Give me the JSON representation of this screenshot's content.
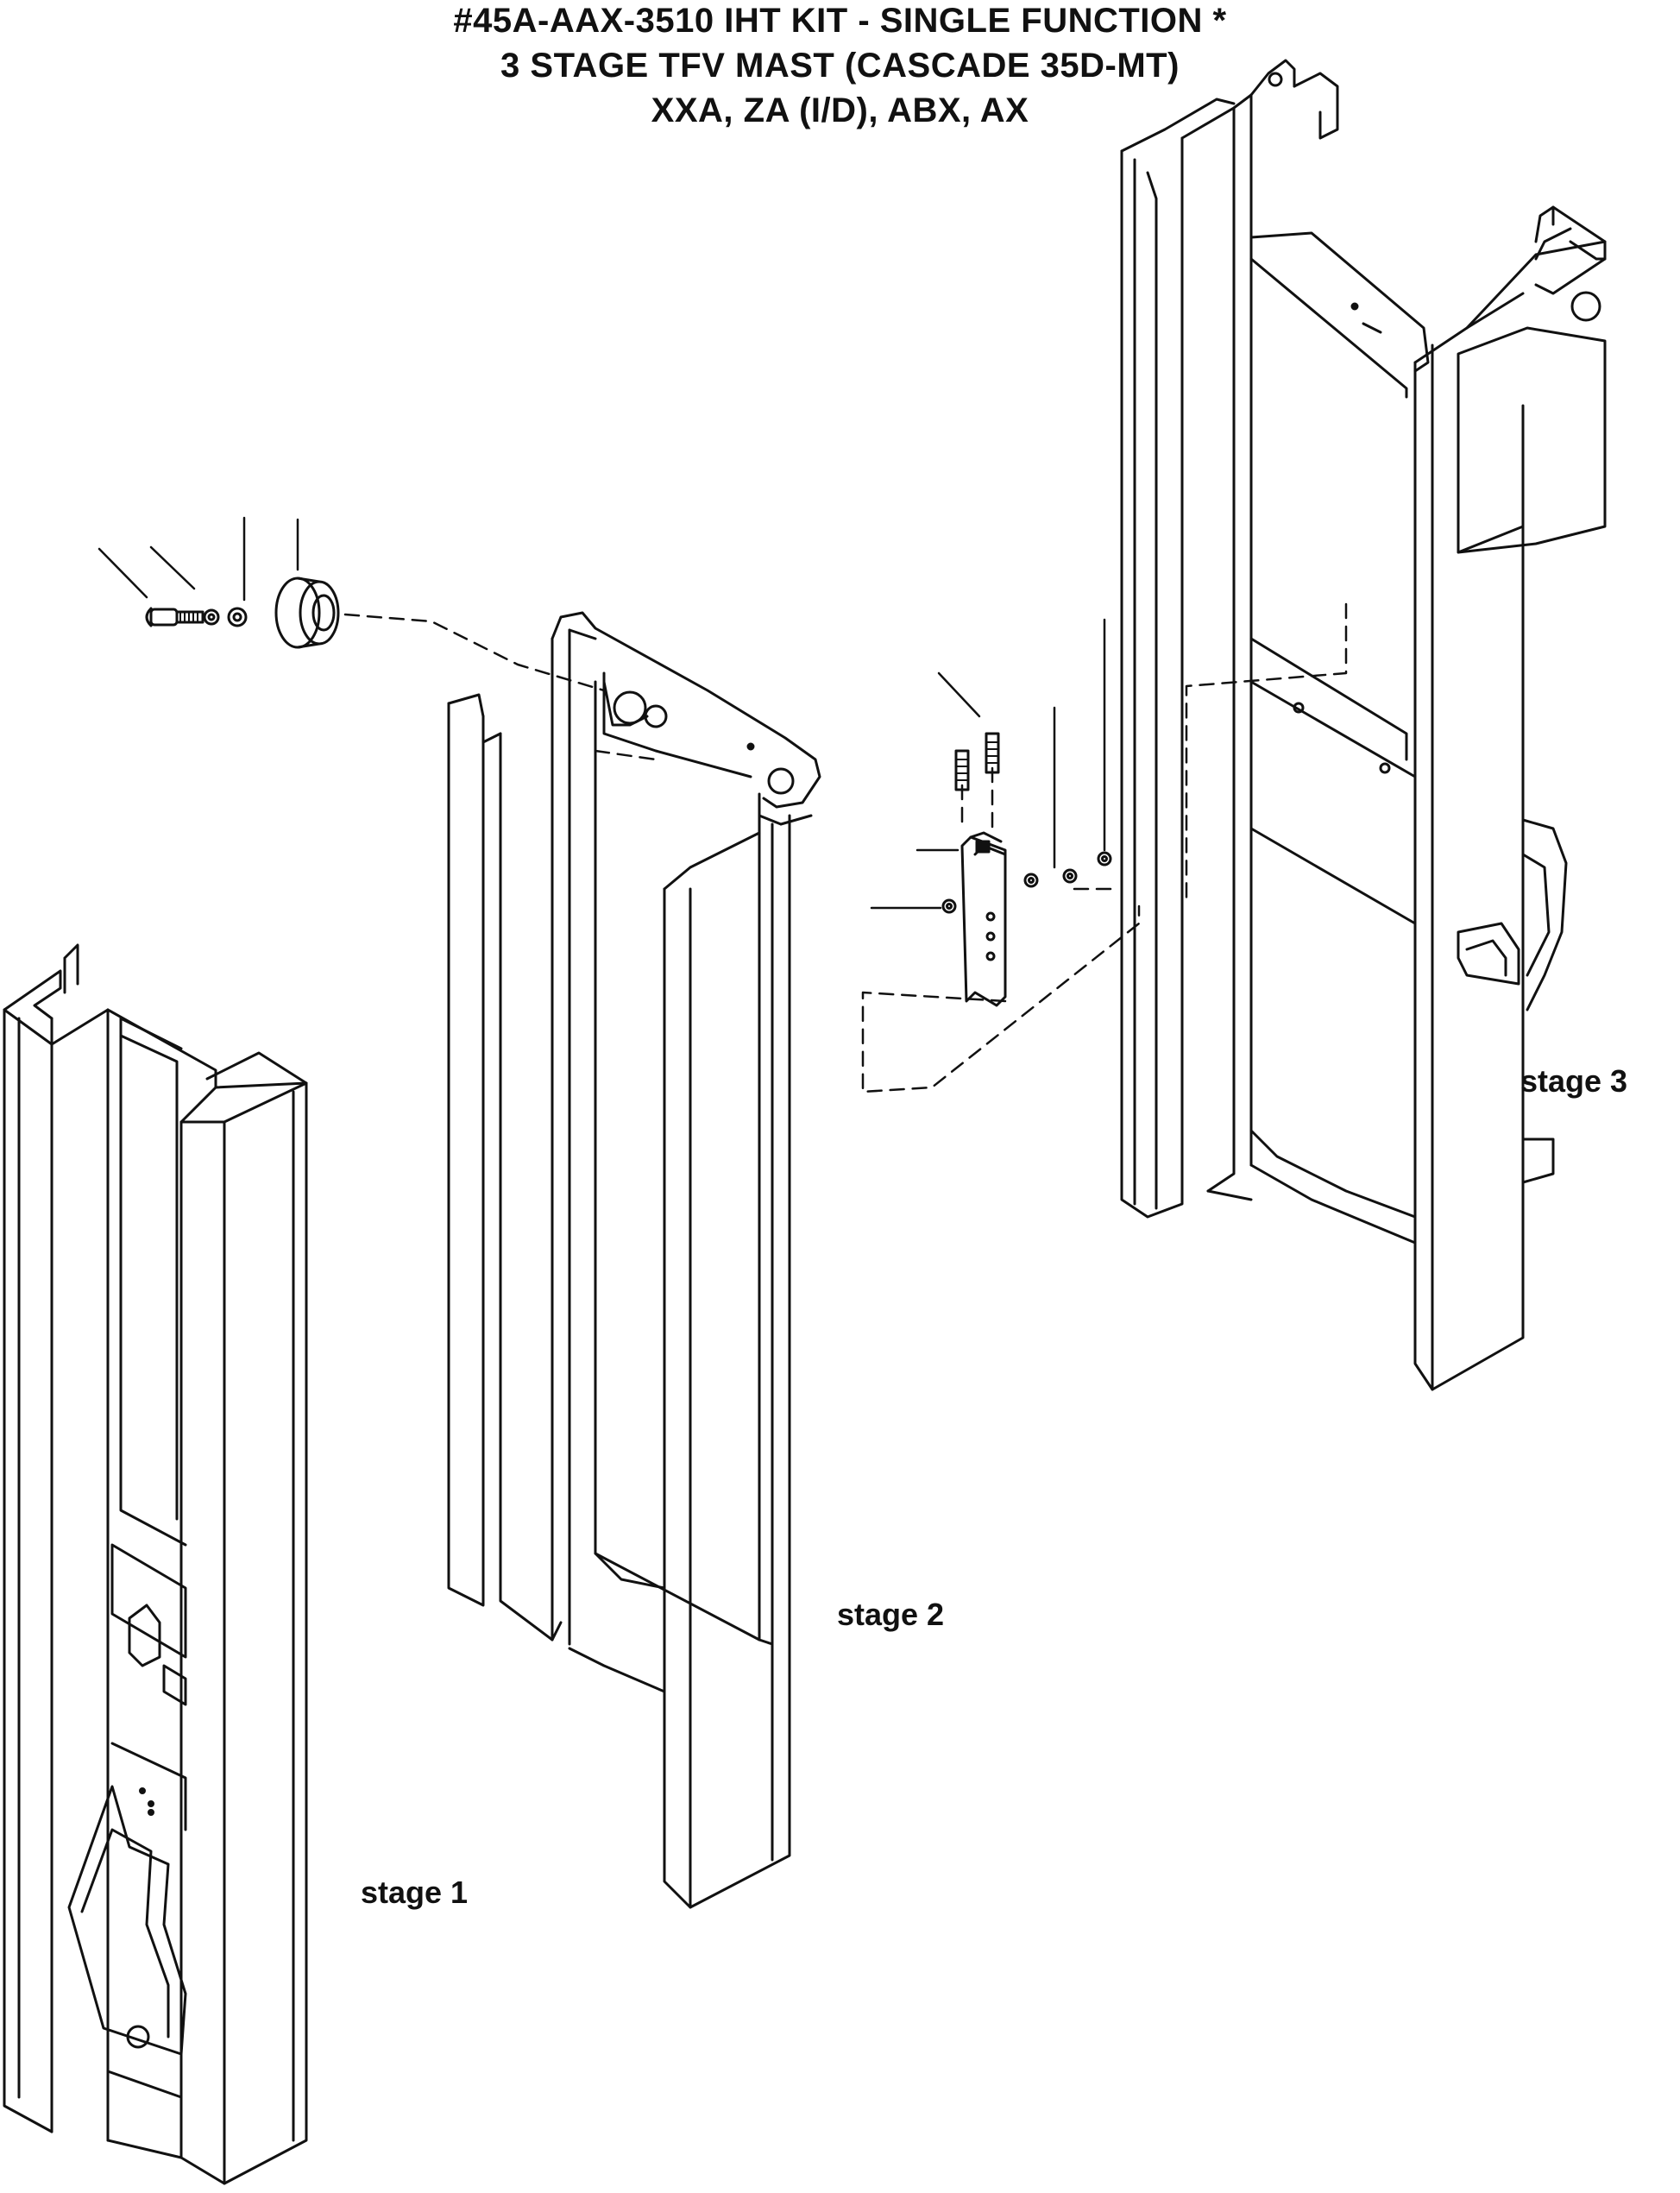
{
  "title": {
    "line1": "#45A-AAX-3510 IHT KIT - SINGLE FUNCTION *",
    "line2": "3 STAGE TFV MAST (CASCADE 35D-MT)",
    "line3": "XXA, ZA (I/D), ABX, AX"
  },
  "labels": {
    "stage1": "stage 1",
    "stage2": "stage 2",
    "stage3": "stage 3"
  },
  "colors": {
    "ink": "#111111",
    "paper": "#ffffff"
  }
}
